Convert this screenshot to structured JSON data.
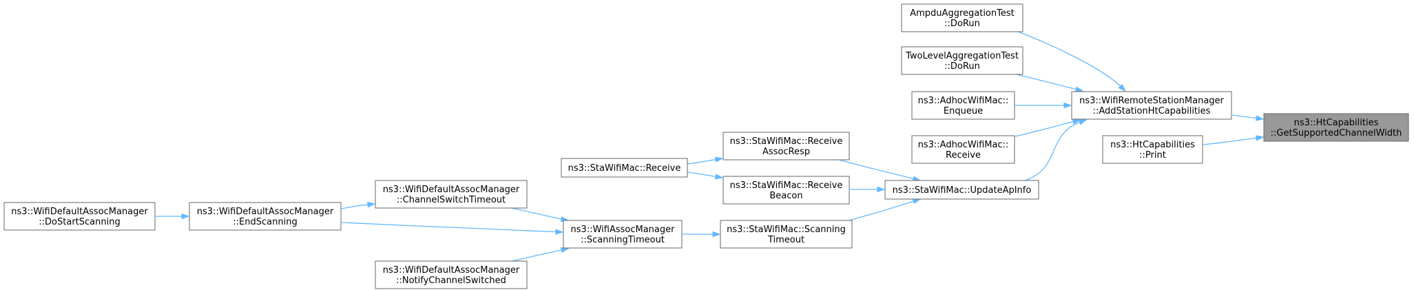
{
  "graph": {
    "nodes": [
      {
        "id": "n0",
        "lines": [
          "ns3::HtCapabilities",
          "::GetSupportedChannelWidth"
        ],
        "root": true
      },
      {
        "id": "n1",
        "lines": [
          "ns3::WifiRemoteStationManager",
          "::AddStationHtCapabilities"
        ]
      },
      {
        "id": "n2",
        "lines": [
          "ns3::HtCapabilities",
          "::Print"
        ]
      },
      {
        "id": "n3",
        "lines": [
          "AmpduAggregationTest",
          "::DoRun"
        ]
      },
      {
        "id": "n4",
        "lines": [
          "TwoLevelAggregationTest",
          "::DoRun"
        ]
      },
      {
        "id": "n5",
        "lines": [
          "ns3::AdhocWifiMac::",
          "Enqueue"
        ]
      },
      {
        "id": "n6",
        "lines": [
          "ns3::AdhocWifiMac::",
          "Receive"
        ]
      },
      {
        "id": "n7",
        "lines": [
          "ns3::StaWifiMac::UpdateApInfo"
        ]
      },
      {
        "id": "n8",
        "lines": [
          "ns3::StaWifiMac::Receive",
          "AssocResp"
        ]
      },
      {
        "id": "n9",
        "lines": [
          "ns3::StaWifiMac::Receive",
          "Beacon"
        ]
      },
      {
        "id": "n10",
        "lines": [
          "ns3::StaWifiMac::Scanning",
          "Timeout"
        ]
      },
      {
        "id": "n11",
        "lines": [
          "ns3::StaWifiMac::Receive"
        ]
      },
      {
        "id": "n12",
        "lines": [
          "ns3::WifiAssocManager",
          "::ScanningTimeout"
        ]
      },
      {
        "id": "n13",
        "lines": [
          "ns3::WifiDefaultAssocManager",
          "::ChannelSwitchTimeout"
        ]
      },
      {
        "id": "n14",
        "lines": [
          "ns3::WifiDefaultAssocManager",
          "::EndScanning"
        ]
      },
      {
        "id": "n15",
        "lines": [
          "ns3::WifiDefaultAssocManager",
          "::NotifyChannelSwitched"
        ]
      },
      {
        "id": "n16",
        "lines": [
          "ns3::WifiDefaultAssocManager",
          "::DoStartScanning"
        ]
      }
    ],
    "edges": [
      {
        "from": "n1",
        "to": "n0"
      },
      {
        "from": "n2",
        "to": "n0"
      },
      {
        "from": "n3",
        "to": "n1"
      },
      {
        "from": "n4",
        "to": "n1"
      },
      {
        "from": "n5",
        "to": "n1"
      },
      {
        "from": "n6",
        "to": "n1"
      },
      {
        "from": "n7",
        "to": "n1"
      },
      {
        "from": "n8",
        "to": "n7"
      },
      {
        "from": "n9",
        "to": "n7"
      },
      {
        "from": "n10",
        "to": "n7"
      },
      {
        "from": "n11",
        "to": "n8"
      },
      {
        "from": "n11",
        "to": "n9"
      },
      {
        "from": "n12",
        "to": "n10"
      },
      {
        "from": "n13",
        "to": "n12"
      },
      {
        "from": "n14",
        "to": "n12"
      },
      {
        "from": "n15",
        "to": "n12"
      },
      {
        "from": "n14",
        "to": "n13"
      },
      {
        "from": "n16",
        "to": "n14"
      }
    ],
    "colors": {
      "edge": "#63b8ff",
      "node_border": "#666666",
      "root_fill": "#999999",
      "node_fill": "#ffffff"
    }
  }
}
